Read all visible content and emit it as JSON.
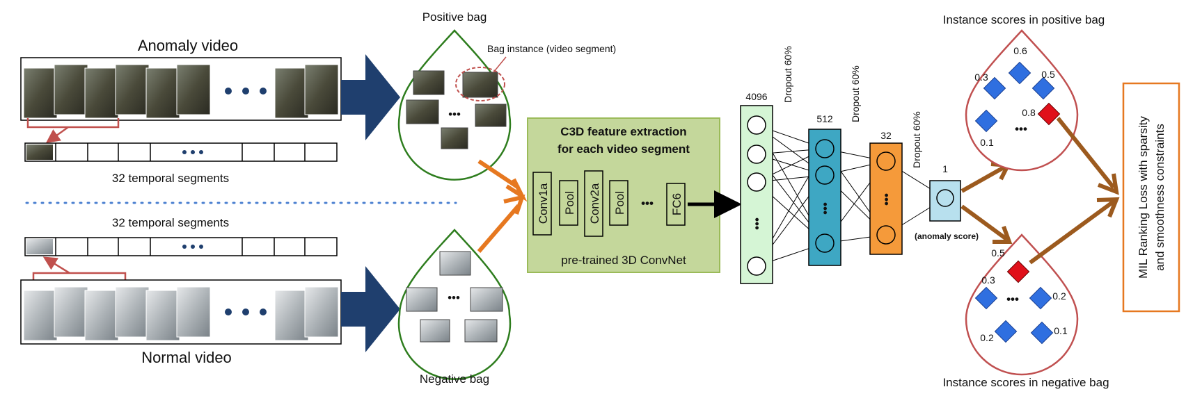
{
  "labels": {
    "anomaly_video": "Anomaly video",
    "normal_video": "Normal video",
    "temporal_segments_top": "32  temporal segments",
    "temporal_segments_bottom": "32  temporal segments",
    "positive_bag": "Positive bag",
    "negative_bag": "Negative bag",
    "bag_instance": "Bag instance (video segment)",
    "c3d_title_line1": "C3D feature extraction",
    "c3d_title_line2": "for each video segment",
    "pretrained": "pre-trained 3D ConvNet",
    "layers": [
      "Conv1a",
      "Pool",
      "Conv2a",
      "Pool",
      "FC6"
    ],
    "ellipsis": "•••",
    "instance_scores_positive": "Instance scores in positive bag",
    "instance_scores_negative": "Instance scores in negative bag",
    "mil_line1": "MIL Ranking Loss with sparsity",
    "mil_line2": "and smoothness constraints",
    "anomaly_score": "(anomaly score)"
  },
  "network": {
    "layers": [
      {
        "size_label": "4096",
        "color": "#d5f5d5"
      },
      {
        "size_label": "512",
        "color": "#3ea7c3"
      },
      {
        "size_label": "32",
        "color": "#f59a3a"
      },
      {
        "size_label": "1",
        "color": "#b8e0ee"
      }
    ],
    "dropouts": [
      "Dropout 60%",
      "Dropout 60%",
      "Dropout 60%"
    ]
  },
  "positive_scores": [
    "0.6",
    "0.3",
    "0.5",
    "0.8",
    "0.1"
  ],
  "negative_scores": [
    "0.5",
    "0.3",
    "0.2",
    "0.2",
    "0.1"
  ],
  "colors": {
    "bag_border": "#2e7d1e",
    "score_bag_border": "#c05050",
    "c3d_fill": "#c4d79b",
    "c3d_border": "#9bbb59",
    "big_arrow": "#1f3f6e",
    "orange_arrow": "#e67820",
    "brown_arrow": "#9c5a1e",
    "diamond_blue": "#2f6fe0",
    "diamond_red": "#e0101a",
    "mil_border": "#e67820",
    "bracket": "#c0504d"
  }
}
